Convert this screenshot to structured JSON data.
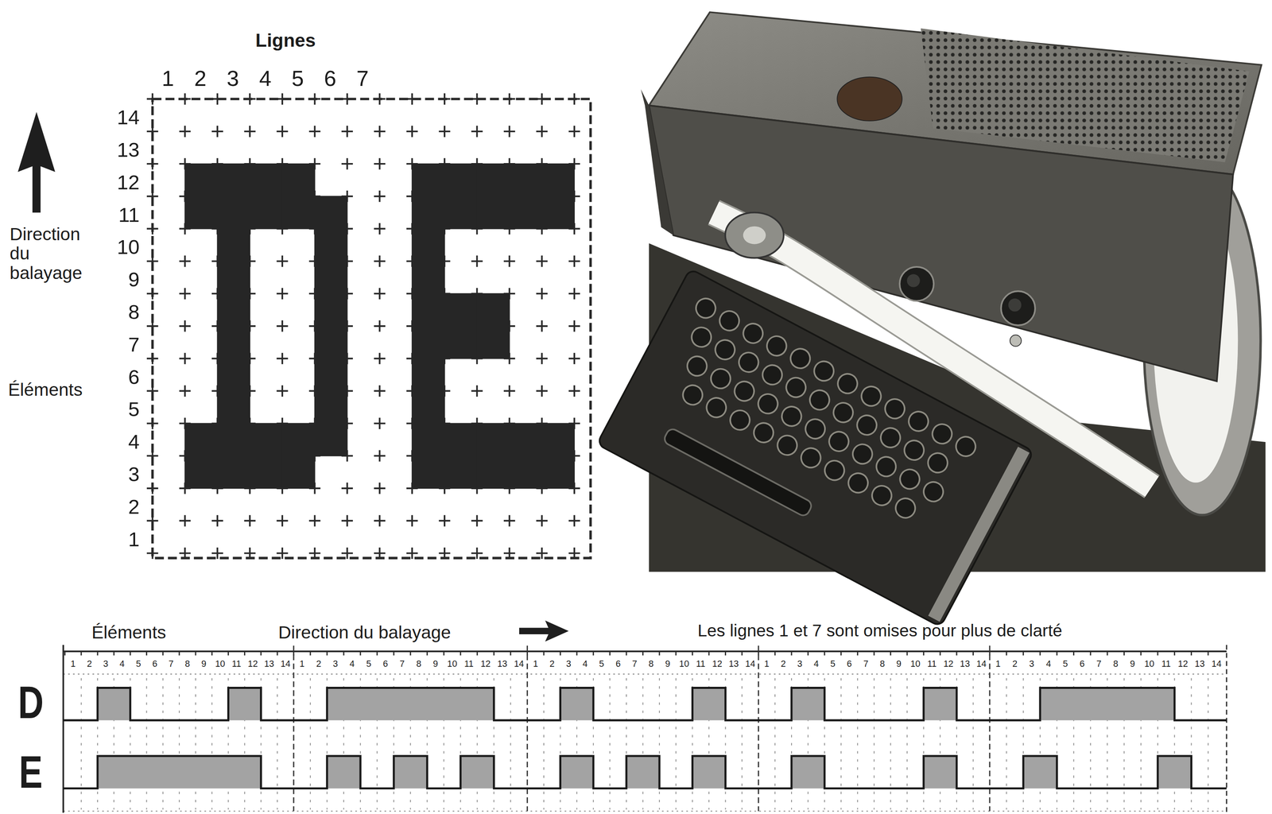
{
  "diagram": {
    "labels": [
      "Lignes",
      "1",
      "2",
      "3",
      "4",
      "5",
      "6",
      "7",
      "14",
      "13",
      "12",
      "11",
      "10",
      "9",
      "8",
      "7",
      "6",
      "5",
      "4",
      "3",
      "2",
      "1",
      "Direction du balayage",
      "Éléments",
      "Éléments",
      "Direction du balayage",
      "Les lignes 1 et 7 sont omises pour plus de clarté",
      "1",
      "2",
      "3",
      "4",
      "5",
      "6",
      "7",
      "8",
      "9",
      "10",
      "11",
      "12",
      "13",
      "14",
      "1",
      "2",
      "3",
      "4",
      "5",
      "6",
      "7",
      "8",
      "9",
      "10",
      "11",
      "12",
      "13",
      "14",
      "1",
      "2",
      "3",
      "4",
      "5",
      "6",
      "7",
      "8",
      "9",
      "10",
      "11",
      "12",
      "13",
      "14",
      "1",
      "2",
      "3",
      "4",
      "5",
      "6",
      "7",
      "8",
      "9",
      "10",
      "11",
      "12",
      "13",
      "14",
      "1",
      "2",
      "3",
      "4",
      "5",
      "6",
      "7",
      "8",
      "9",
      "10",
      "11",
      "12",
      "13",
      "14",
      "D",
      "E"
    ]
  }
}
